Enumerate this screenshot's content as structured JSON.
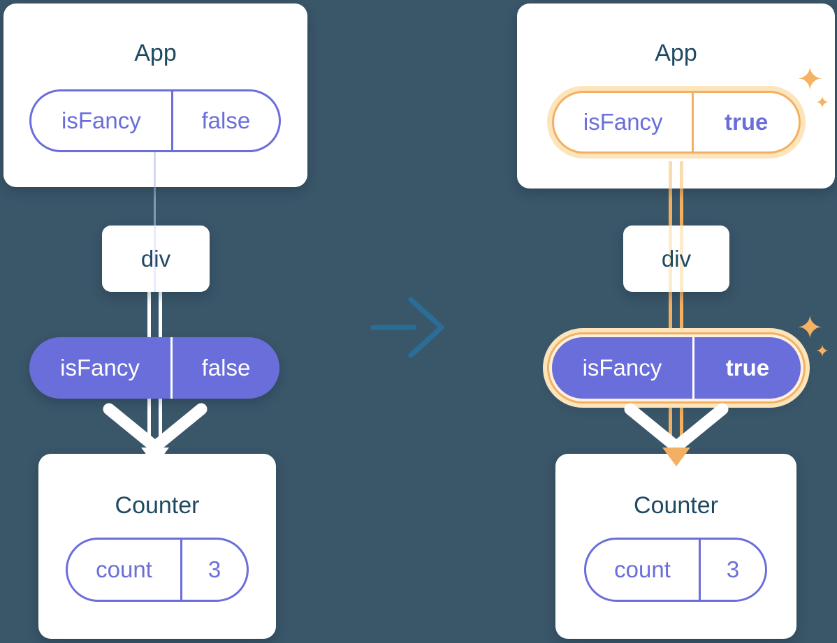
{
  "before": {
    "app_title": "App",
    "app_prop": {
      "name": "isFancy",
      "value": "false"
    },
    "div_label": "div",
    "passed_prop": {
      "name": "isFancy",
      "value": "false"
    },
    "counter_title": "Counter",
    "counter_state": {
      "name": "count",
      "value": "3"
    }
  },
  "after": {
    "app_title": "App",
    "app_prop": {
      "name": "isFancy",
      "value": "true"
    },
    "div_label": "div",
    "passed_prop": {
      "name": "isFancy",
      "value": "true"
    },
    "counter_title": "Counter",
    "counter_state": {
      "name": "count",
      "value": "3"
    }
  },
  "icons": {
    "sparkle": "✦",
    "transition_arrow": "arrow-right",
    "down_arrow": "arrow-down"
  },
  "colors": {
    "background": "#3a5669",
    "card": "#ffffff",
    "title_text": "#1e4961",
    "purple": "#6a6edb",
    "highlight_orange": "#f3b063",
    "highlight_glow": "#fce4bb",
    "arrow_blue": "#2a6d99",
    "white_connector": "#ffffff"
  }
}
